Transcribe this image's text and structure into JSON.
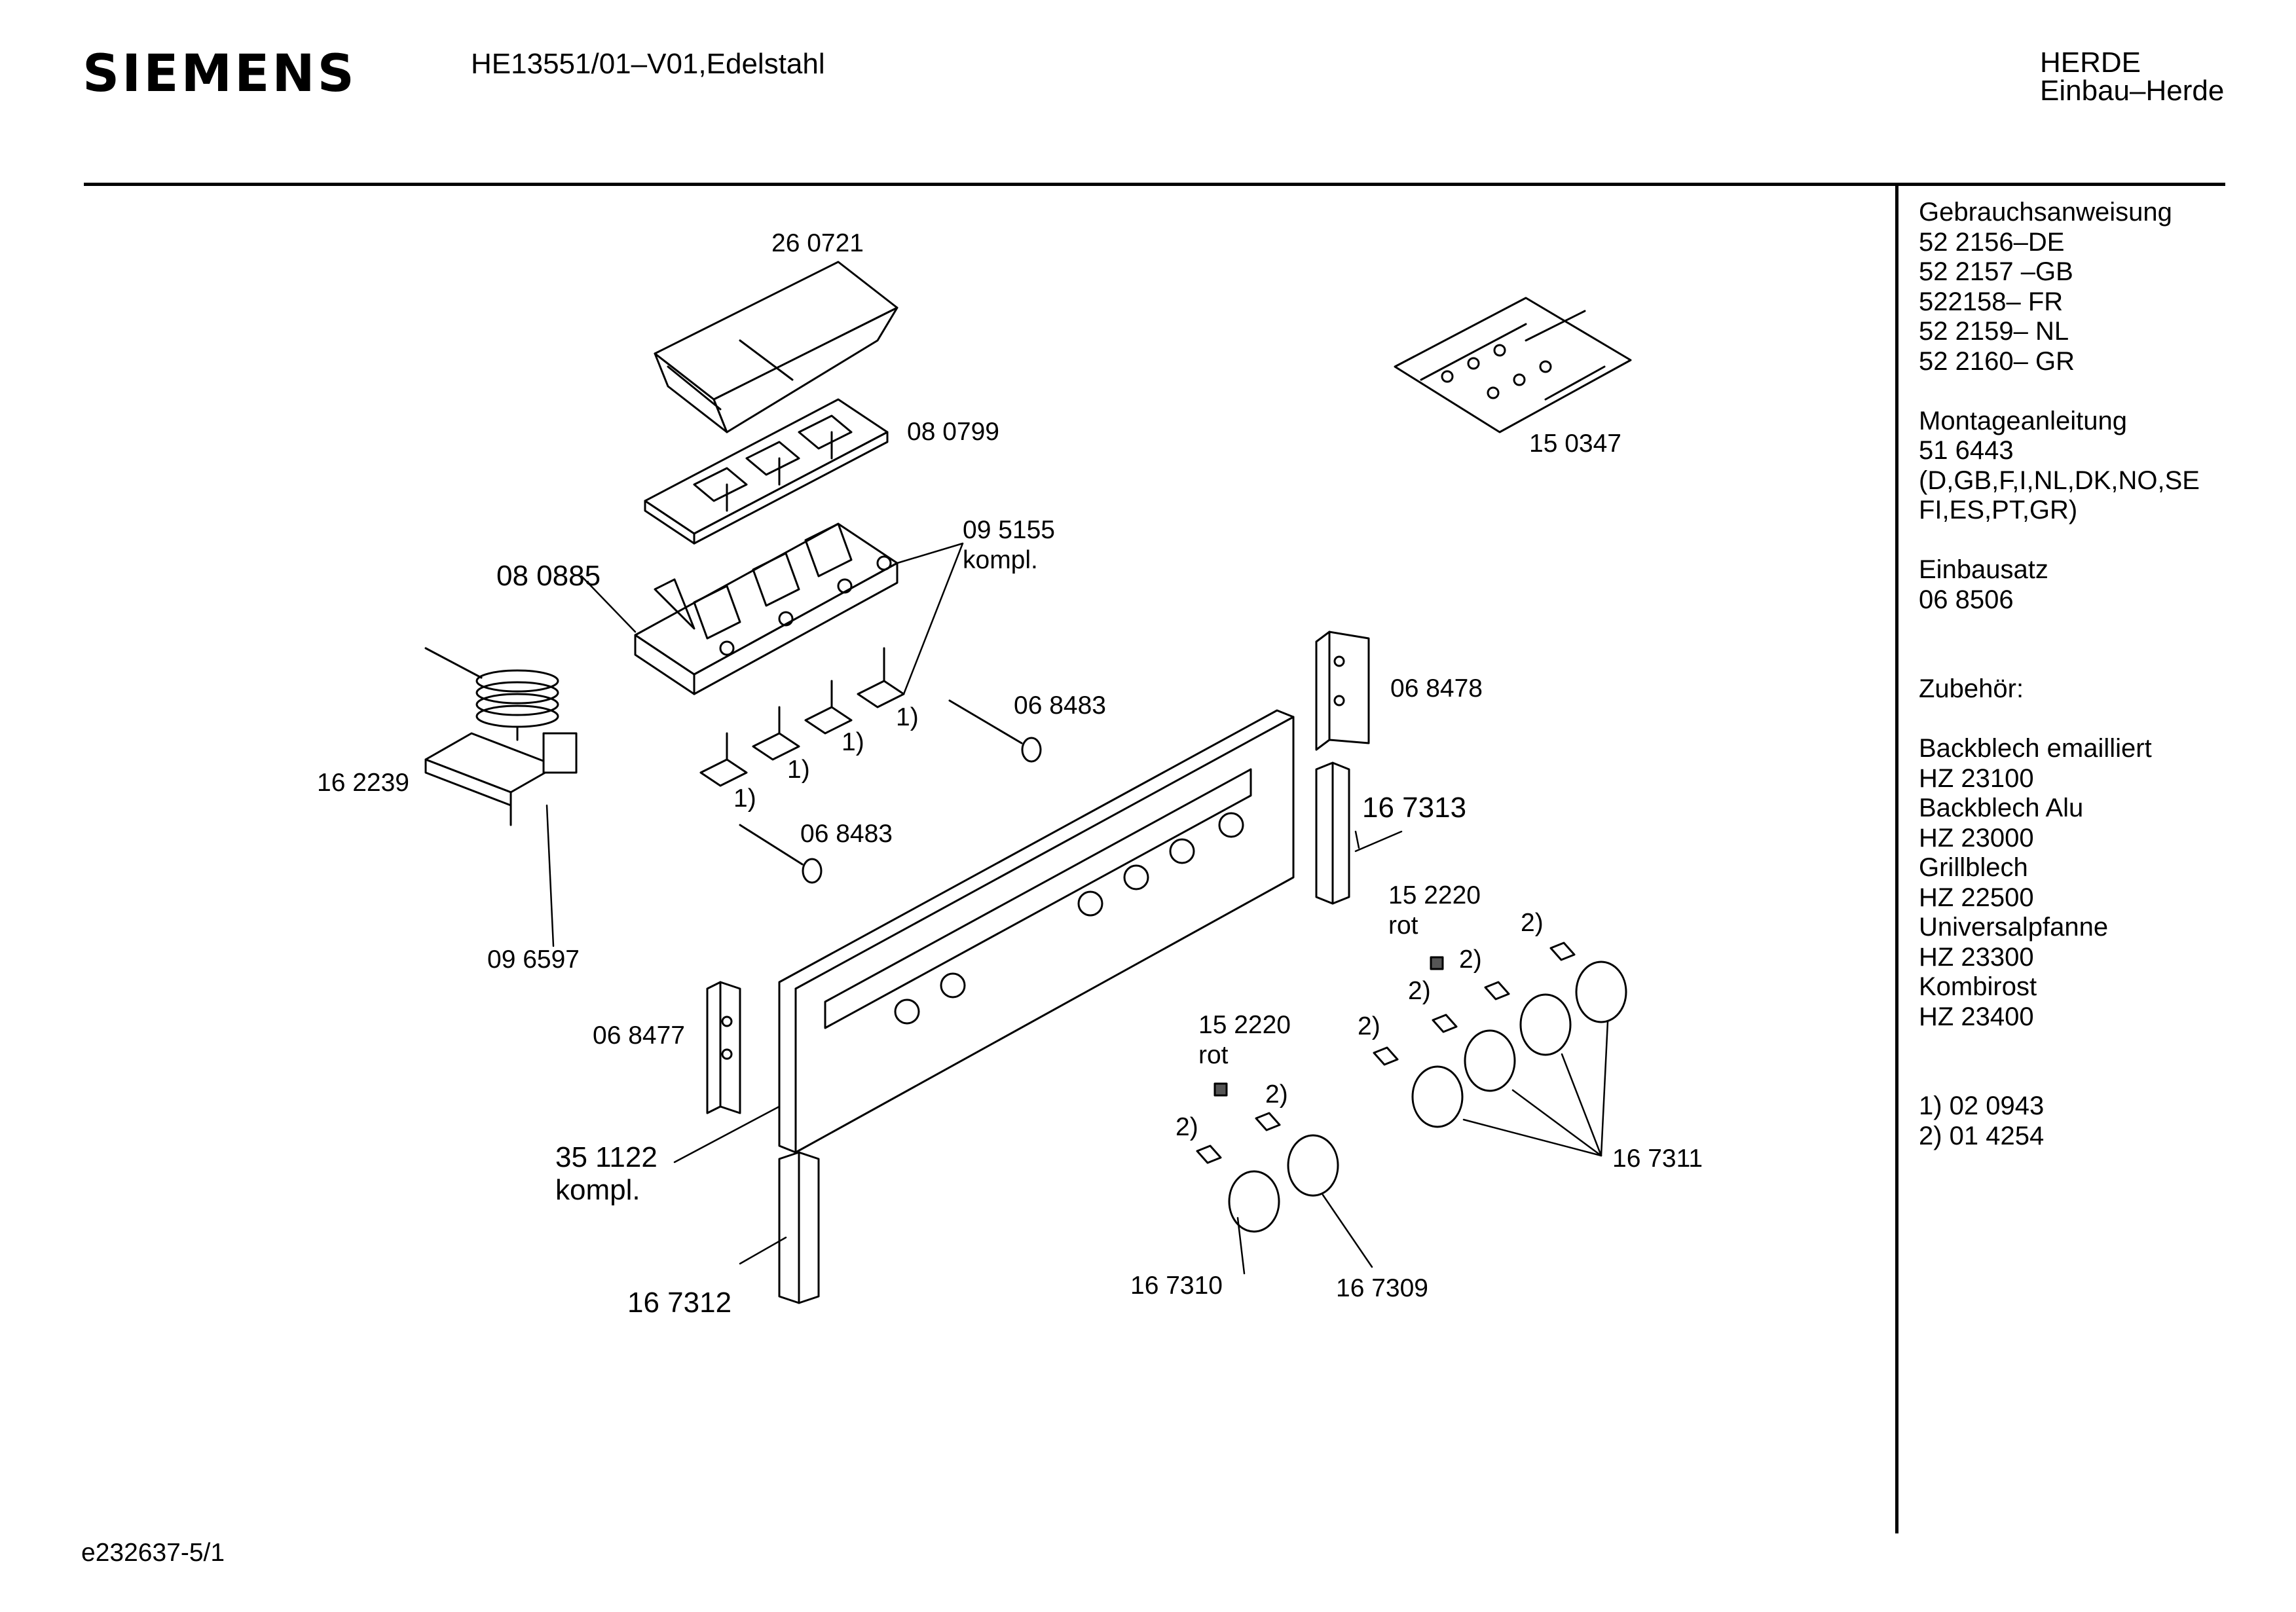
{
  "header": {
    "brand": "SIEMENS",
    "model": "HE13551/01–V01,Edelstahl",
    "category_line1": "HERDE",
    "category_line2": "Einbau–Herde"
  },
  "footer": {
    "drawing_id": "e232637-5/1"
  },
  "callouts": {
    "c260721": "26 0721",
    "c080799": "08 0799",
    "c095155": "09 5155",
    "c095155_kompl": "kompl.",
    "c080885": "08 0885",
    "c150347": "15 0347",
    "c068478": "06 8478",
    "c068483_right": "06 8483",
    "c068483_left": "06 8483",
    "c162239": "16 2239",
    "c096597": "09 6597",
    "c167313": "16 7313",
    "c152220_right": "15 2220",
    "rot_right": "rot",
    "c152220_left": "15 2220",
    "rot_left": "rot",
    "c068477": "06 8477",
    "c351122": "35 1122",
    "c351122_kompl": "kompl.",
    "c167312": "16 7312",
    "c167310": "16 7310",
    "c167309": "16 7309",
    "c167311": "16 7311",
    "note1_a": "1)",
    "note1_b": "1)",
    "note1_c": "1)",
    "note1_d": "1)",
    "note2_a": "2)",
    "note2_b": "2)",
    "note2_c": "2)",
    "note2_d": "2)",
    "note2_e": "2)",
    "note2_f": "2)"
  },
  "sidebar": [
    "Gebrauchsanweisung",
    "52 2156–DE",
    "52 2157 –GB",
    "522158– FR",
    "52 2159– NL",
    "52 2160– GR",
    "",
    "Montageanleitung",
    "51 6443",
    "(D,GB,F,I,NL,DK,NO,SE",
    "FI,ES,PT,GR)",
    "",
    "Einbausatz",
    "06 8506",
    "",
    "",
    "Zubehör:",
    "",
    "Backblech emailliert",
    "HZ 23100",
    "Backblech Alu",
    "HZ 23000",
    "Grillblech",
    "HZ 22500",
    "Universalpfanne",
    "HZ 23300",
    "Kombirost",
    "HZ 23400",
    "",
    "",
    "1)  02 0943",
    "2)  01 4254"
  ]
}
